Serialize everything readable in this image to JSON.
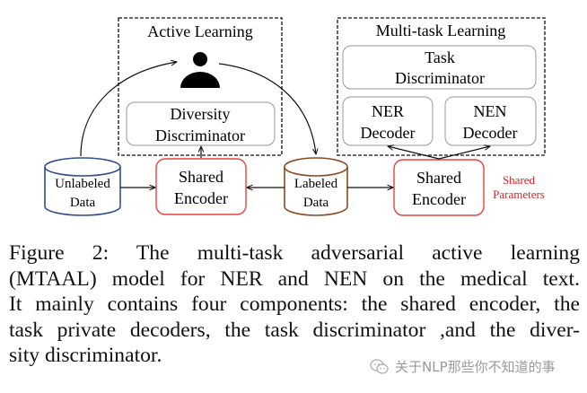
{
  "figure": {
    "active_learning": {
      "title": "Active Learning",
      "diversity_discriminator": [
        "Diversity",
        "Discriminator"
      ]
    },
    "multi_task_learning": {
      "title": "Multi-task Learning",
      "task_discriminator": [
        "Task",
        "Discriminator"
      ],
      "ner_decoder": [
        "NER",
        "Decoder"
      ],
      "nen_decoder": [
        "NEN",
        "Decoder"
      ]
    },
    "unlabeled_data": [
      "Unlabeled",
      "Data"
    ],
    "labeled_data": [
      "Labeled",
      "Data"
    ],
    "shared_encoder_left": [
      "Shared",
      "Encoder"
    ],
    "shared_encoder_right": [
      "Shared",
      "Encoder"
    ],
    "shared_parameters": [
      "Shared",
      "Parameters"
    ],
    "icons": {
      "annotator": "person-icon"
    },
    "colors": {
      "encoder_border": "#e8413c",
      "unlabeled_border": "#2f4f8f",
      "labeled_border": "#8b4a22",
      "shared_params_text": "#e02020"
    }
  },
  "caption": {
    "lines": [
      "Figure 2: The multi-task adversarial active learning",
      "(MTAAL) model for NER and NEN on the medical text.",
      "It mainly contains four components: the shared encoder, the",
      "task private decoders, the task discriminator ,and the diver-",
      "sity discriminator."
    ]
  },
  "watermark": {
    "icon": "wechat-icon",
    "text": "关于NLP那些你不知道的事"
  }
}
